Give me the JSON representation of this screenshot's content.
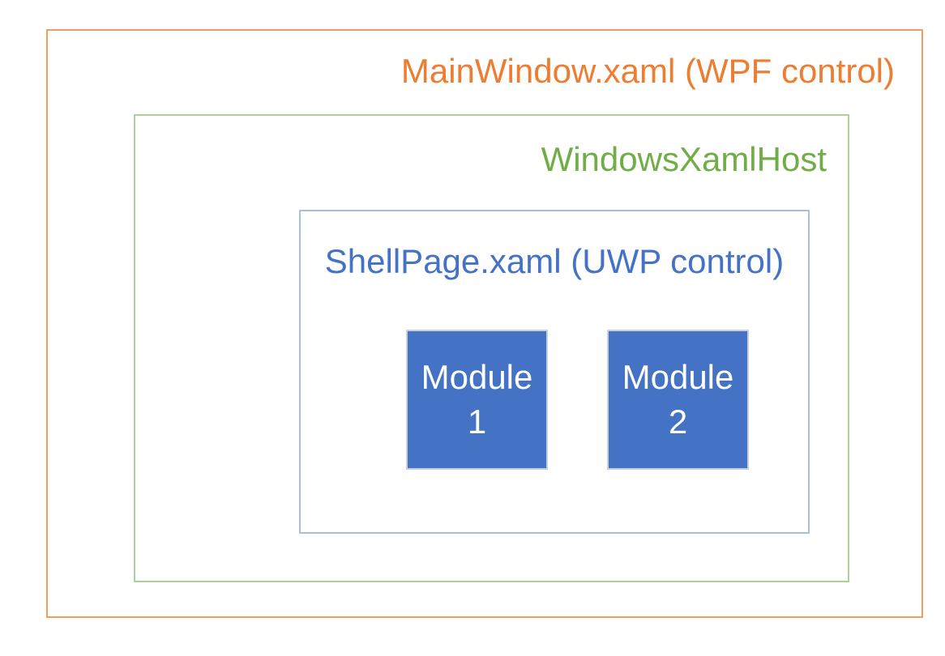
{
  "diagram": {
    "outer": {
      "label": "MainWindow.xaml (WPF control)",
      "text_color": "#ED7D31",
      "border_color": "#F09D65"
    },
    "host": {
      "label": "WindowsXamlHost",
      "text_color": "#70AD47",
      "border_color": "#ACD299"
    },
    "shell": {
      "label": "ShellPage.xaml (UWP control)",
      "text_color": "#4472C4",
      "border_color": "#A5BFE2"
    },
    "modules": [
      {
        "label": "Module 1",
        "fill_color": "#4472C4",
        "text_color": "#FFFFFF"
      },
      {
        "label": "Module 2",
        "fill_color": "#4472C4",
        "text_color": "#FFFFFF"
      }
    ]
  }
}
